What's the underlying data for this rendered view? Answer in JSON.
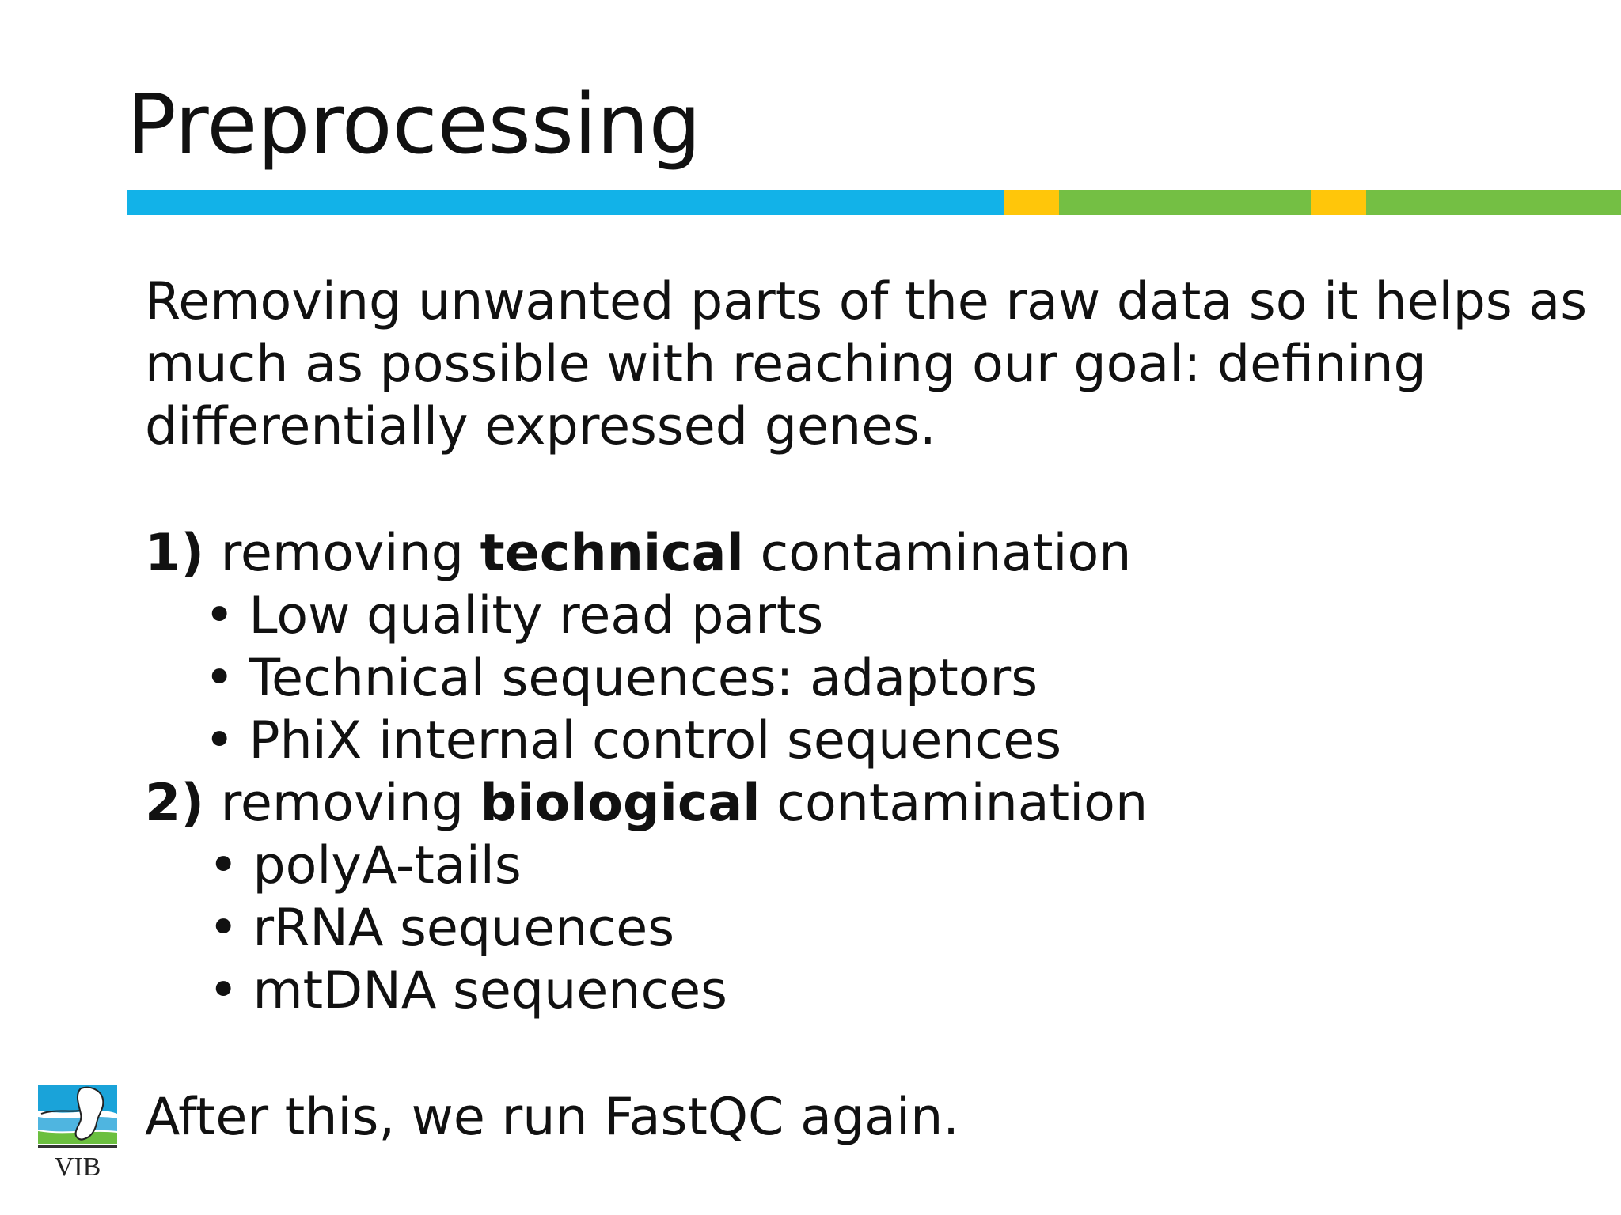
{
  "slide": {
    "title": "Preprocessing",
    "intro_lines": [
      "Removing unwanted parts of the raw data so it helps as",
      "much as possible with reaching our goal: defining",
      "differentially expressed genes."
    ],
    "items": [
      {
        "number": "1)",
        "before": "removing",
        "emphasis": "technical",
        "after": "contamination",
        "bullets": [
          "Low quality read parts",
          "Technical sequences: adaptors",
          "PhiX internal control sequences"
        ]
      },
      {
        "number": "2)",
        "before": "removing",
        "emphasis": "biological",
        "after": "contamination",
        "bullets": [
          "polyA-tails",
          "rRNA sequences",
          "mtDNA sequences"
        ]
      }
    ],
    "footer": "After this, we run FastQC again.",
    "bullet_char": "•"
  },
  "logo": {
    "text": "VIB"
  },
  "colors": {
    "rule_blue": "#12b2e8",
    "rule_yellow": "#ffc60a",
    "rule_green": "#74bf44",
    "text": "#111111"
  }
}
